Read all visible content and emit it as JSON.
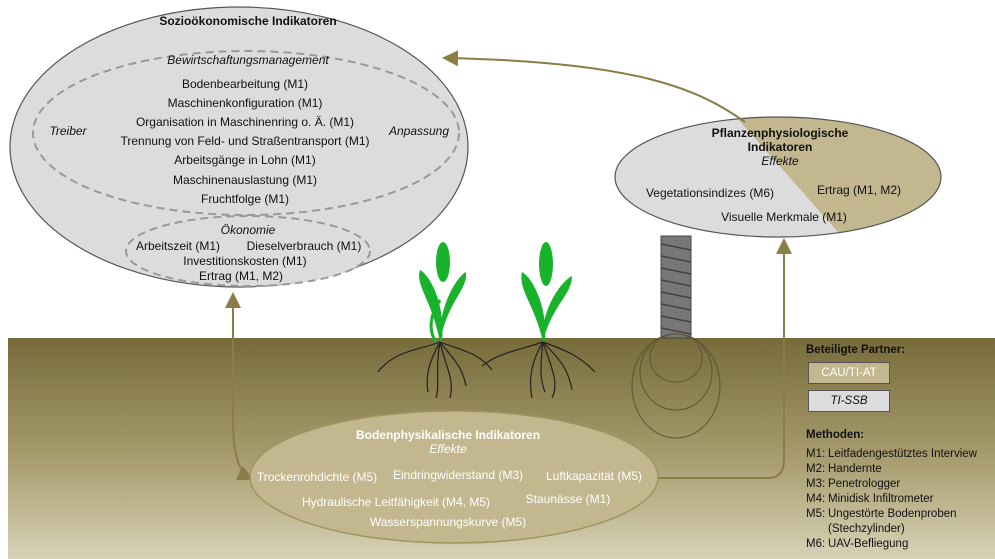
{
  "socio": {
    "title": "Sozioökonomische Indikatoren",
    "management_label": "Bewirtschaftungsmanagement",
    "left_label": "Treiber",
    "right_label": "Anpassung",
    "items": [
      "Bodenbearbeitung (M1)",
      "Maschinenkonfiguration (M1)",
      "Organisation in Maschinenring o. Ä. (M1)",
      "Trennung von Feld- und Straßentransport (M1)",
      "Arbeitsgänge in Lohn (M1)",
      "Maschinenauslastung (M1)",
      "Fruchtfolge (M1)"
    ],
    "economy": {
      "label": "Ökonomie",
      "items": [
        "Arbeitszeit (M1)",
        "Dieselverbrauch (M1)",
        "Investitionskosten (M1)",
        "Ertrag (M1, M2)"
      ]
    }
  },
  "plant": {
    "title_line1": "Pflanzenphysiologische",
    "title_line2": "Indikatoren",
    "effects_label": "Effekte",
    "items": [
      "Vegetationsindizes (M6)",
      "Ertrag (M1, M2)",
      "Visuelle Merkmale (M1)"
    ]
  },
  "soil": {
    "title": "Bodenphysikalische Indikatoren",
    "effects_label": "Effekte",
    "items": [
      "Trockenrohdichte (M5)",
      "Eindringwiderstand (M3)",
      "Luftkapazität (M5)",
      "Hydraulische Leitfähigkeit (M4, M5)",
      "Staunässe (M1)",
      "Wasserspannungskurve (M5)"
    ]
  },
  "legend": {
    "partners_title": "Beteiligte Partner:",
    "partners": [
      "CAU/TI-AT",
      "TI-SSB"
    ],
    "methods_title": "Methoden:",
    "methods": [
      {
        "key": "M1:",
        "text": "Leitfadengestütztes Interview"
      },
      {
        "key": "M2:",
        "text": "Handernte"
      },
      {
        "key": "M3:",
        "text": "Penetrologger"
      },
      {
        "key": "M4:",
        "text": "Minidisk Infiltrometer"
      },
      {
        "key": "M5:",
        "text": "Ungestörte Bodenproben (Stechzylinder)"
      },
      {
        "key": "M6:",
        "text": "UAV-Befliegung"
      }
    ]
  },
  "colors": {
    "soil_top": "#7a6f3e",
    "soil_bottom": "#d4cdb0",
    "olive_fill": "#c2b78f",
    "grey_fill": "#dcdcdc",
    "arrow": "#8b7d45",
    "plant_green": "#19b22b"
  }
}
